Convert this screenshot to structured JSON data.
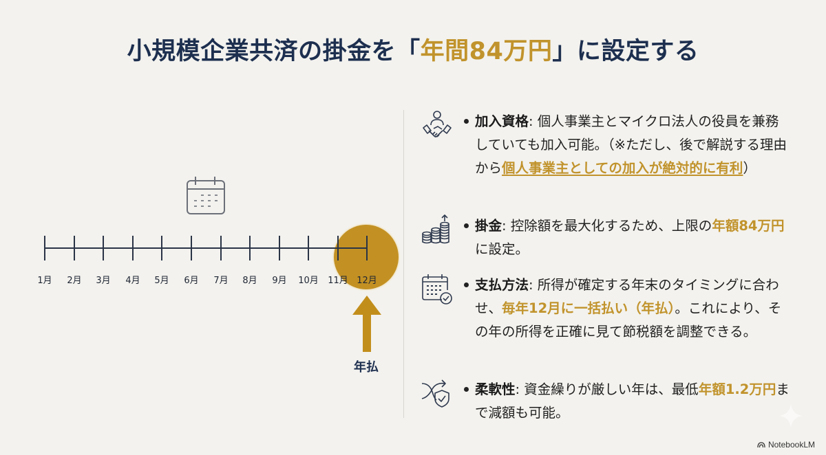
{
  "title": {
    "prefix": "小規模企業共済の掛金を「",
    "accent": "年間84万円",
    "suffix": "」に設定する"
  },
  "timeline": {
    "months": [
      "1月",
      "2月",
      "3月",
      "4月",
      "5月",
      "6月",
      "7月",
      "8月",
      "9月",
      "10月",
      "11月",
      "12月"
    ],
    "highlight_month": "12月",
    "arrow_label": "年払",
    "colors": {
      "accent": "#c28e1b",
      "line": "#2a3446"
    }
  },
  "items": [
    {
      "icon": "handshake-person-icon",
      "label": "加入資格",
      "sep": ": ",
      "t1": "個人事業主とマイクロ法人の役員を兼務していても加入可能。（※ただし、後で解説する理由から",
      "accent": "個人事業主としての加入が絶対的に有利",
      "t2": "）"
    },
    {
      "icon": "coins-growth-icon",
      "label": "掛金",
      "sep": ": ",
      "t1": "控除額を最大化するため、上限の",
      "accent": "年額84万円",
      "t2": "に設定。"
    },
    {
      "icon": "calendar-check-icon",
      "label": "支払方法",
      "sep": ": ",
      "t1": "所得が確定する年末のタイミングに合わせ、",
      "accent": "毎年12月に一括払い（年払）",
      "t2": "。これにより、その年の所得を正確に見て節税額を調整できる。"
    },
    {
      "icon": "shuffle-shield-icon",
      "label": "柔軟性",
      "sep": ": ",
      "t1": "資金繰りが厳しい年は、最低",
      "accent": "年額1.2万円",
      "t2": "まで減額も可能。"
    }
  ],
  "watermark": "NotebookLM",
  "colors": {
    "title": "#1d2f4f",
    "accent": "#c1932c",
    "background": "#f3f2ee"
  }
}
